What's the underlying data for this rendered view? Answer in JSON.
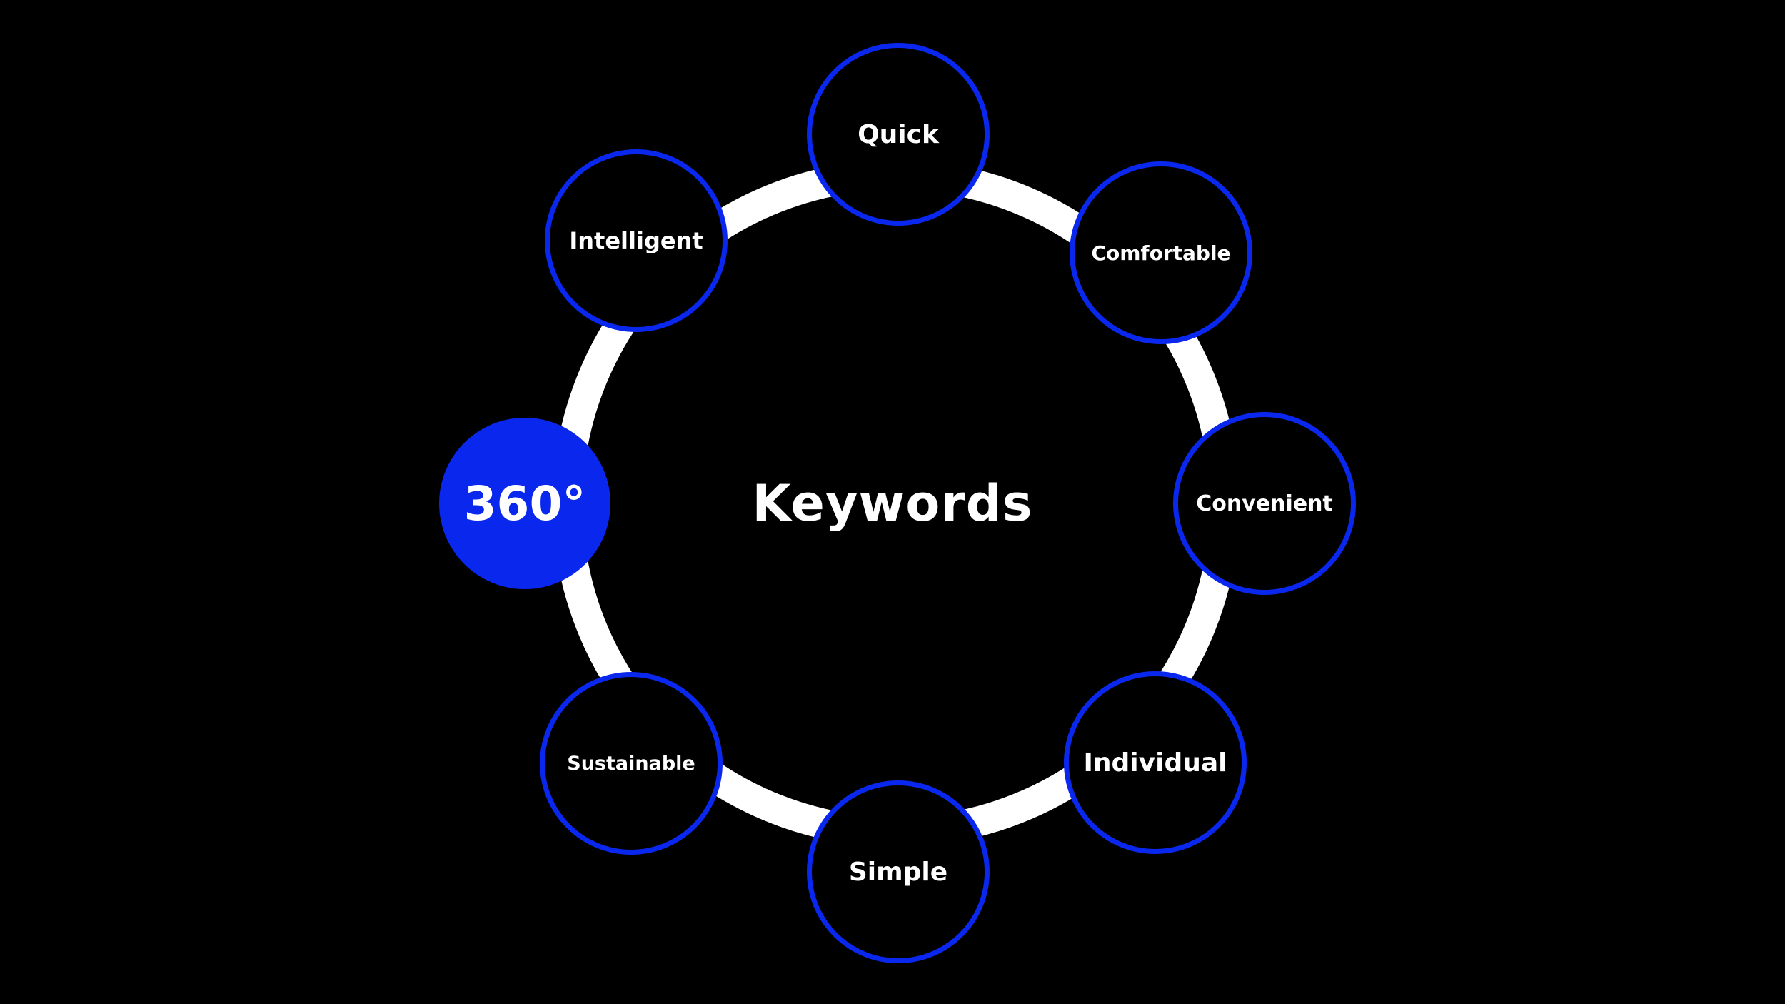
{
  "diagram": {
    "center_label": "Keywords",
    "highlight_label": "360°",
    "nodes": [
      {
        "label": "Quick"
      },
      {
        "label": "Comfortable"
      },
      {
        "label": "Convenient"
      },
      {
        "label": "Individual"
      },
      {
        "label": "Simple"
      },
      {
        "label": "Sustainable"
      },
      {
        "label": "Intelligent"
      }
    ]
  },
  "colors": {
    "background": "#000000",
    "ring": "#ffffff",
    "accent": "#0a27ee",
    "text": "#ffffff"
  }
}
